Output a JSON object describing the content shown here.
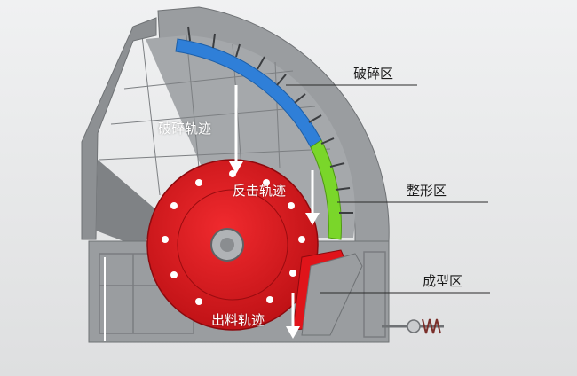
{
  "labels": {
    "crushing_zone": "破碎区",
    "shaping_zone": "整形区",
    "forming_zone": "成型区",
    "crushing_trajectory": "破碎轨迹",
    "rebound_trajectory": "反击轨迹",
    "discharge_trajectory": "出料轨迹"
  },
  "colors": {
    "background": "#e8e9ea",
    "housing": "#8e9194",
    "liner_blue": "#2f7fd8",
    "liner_green": "#7ad62a",
    "rotor_red": "#e0141a",
    "label_dark": "#1a1a1a",
    "label_light": "#ffffff"
  },
  "icons": {
    "arrow": "down-arrow-icon",
    "hub": "rotor-hub-icon",
    "spring": "tension-spring-icon"
  }
}
